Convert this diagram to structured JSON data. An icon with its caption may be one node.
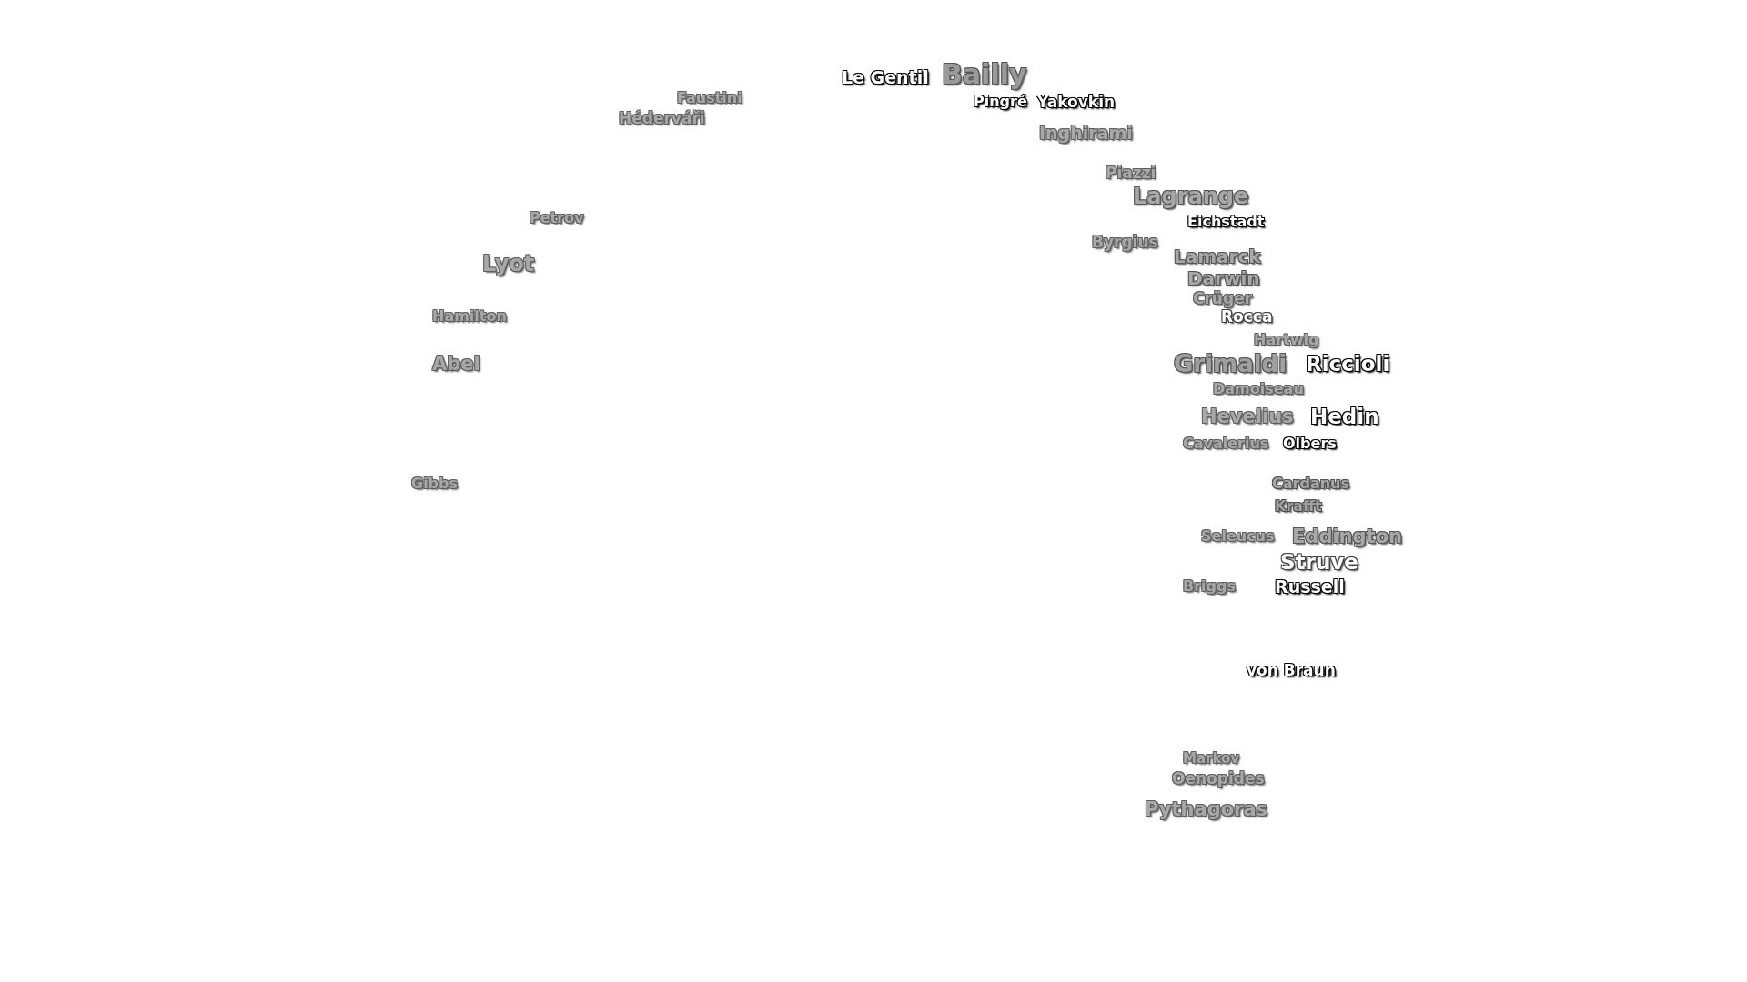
{
  "diagram": {
    "labels": [
      "Le Gentil",
      "Bailly",
      "Faustini",
      "Pingré",
      "Yakovkin",
      "Héderváři",
      "Inghirami",
      "Piazzi",
      "Lagrange",
      "Petrov",
      "Eichstadt",
      "Byrgius",
      "Lyot",
      "Lamarck",
      "Darwin",
      "Crüger",
      "Hamilton",
      "Rocca",
      "Hartwig",
      "Abel",
      "Grimaldi",
      "Riccioli",
      "Damoiseau",
      "Hevelius",
      "Hedin",
      "Cavalerius",
      "Olbers",
      "Gibbs",
      "Cardanus",
      "Krafft",
      "Seleucus",
      "Eddington",
      "Struve",
      "Briggs",
      "Russell",
      "von Braun",
      "Markov",
      "Oenopides",
      "Pythagoras"
    ]
  }
}
